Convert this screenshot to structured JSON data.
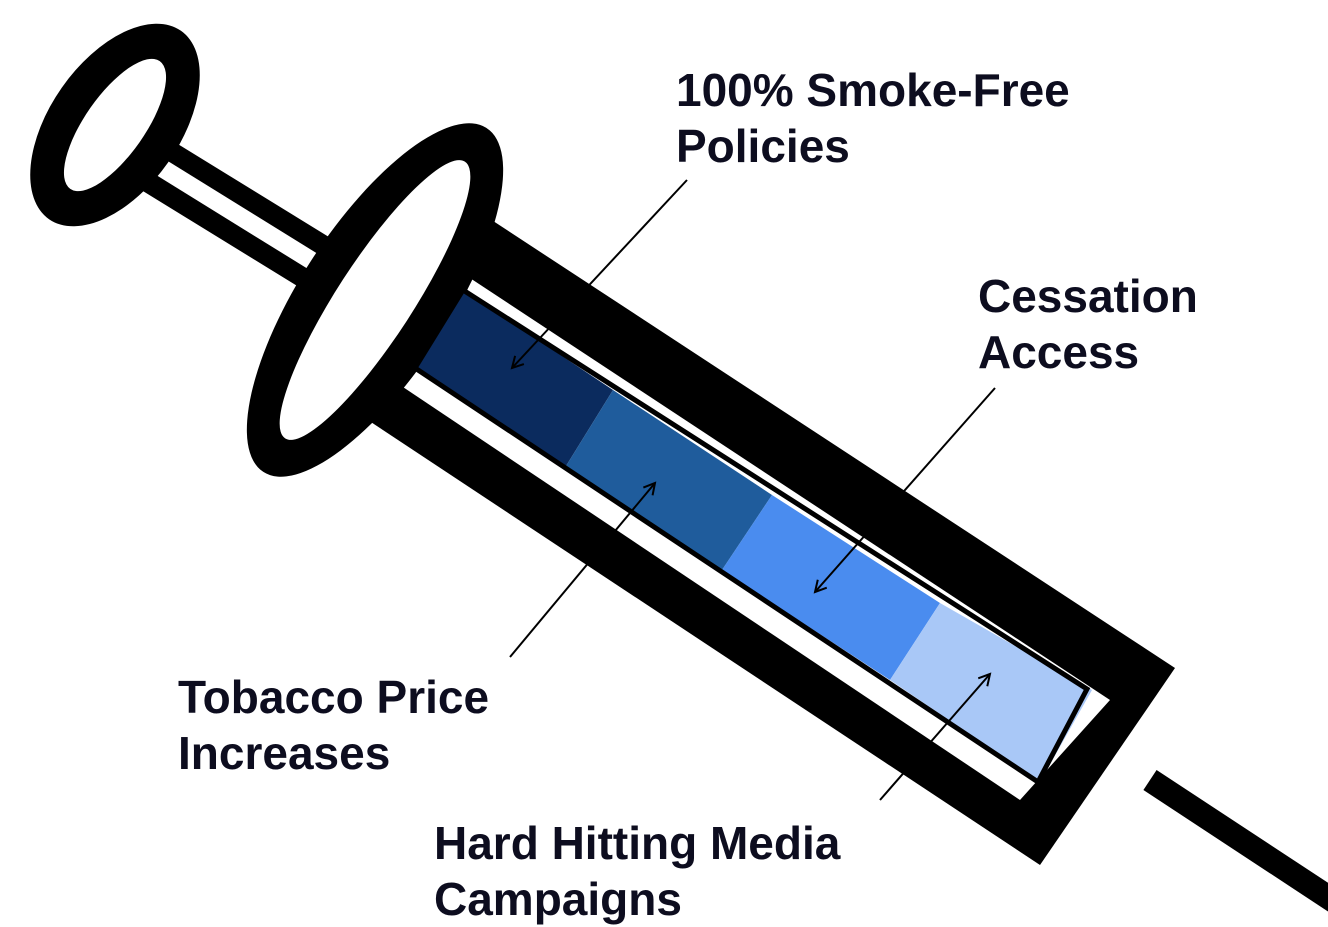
{
  "labels": {
    "smoke_free": {
      "line1": "100% Smoke-Free",
      "line2": "Policies"
    },
    "cessation": {
      "line1": "Cessation",
      "line2": "Access"
    },
    "price": {
      "line1": "Tobacco Price",
      "line2": "Increases"
    },
    "media": {
      "line1": "Hard Hitting Media",
      "line2": "Campaigns"
    }
  },
  "segments": [
    {
      "name": "smoke-free-policies",
      "color": "#0b2b5e"
    },
    {
      "name": "tobacco-price-increases",
      "color": "#1f5c9c"
    },
    {
      "name": "cessation-access",
      "color": "#4a8cef"
    },
    {
      "name": "media-campaigns",
      "color": "#a9c8f7"
    }
  ],
  "colors": {
    "outline": "#000000",
    "text": "#0d0d1f",
    "background": "#ffffff"
  }
}
